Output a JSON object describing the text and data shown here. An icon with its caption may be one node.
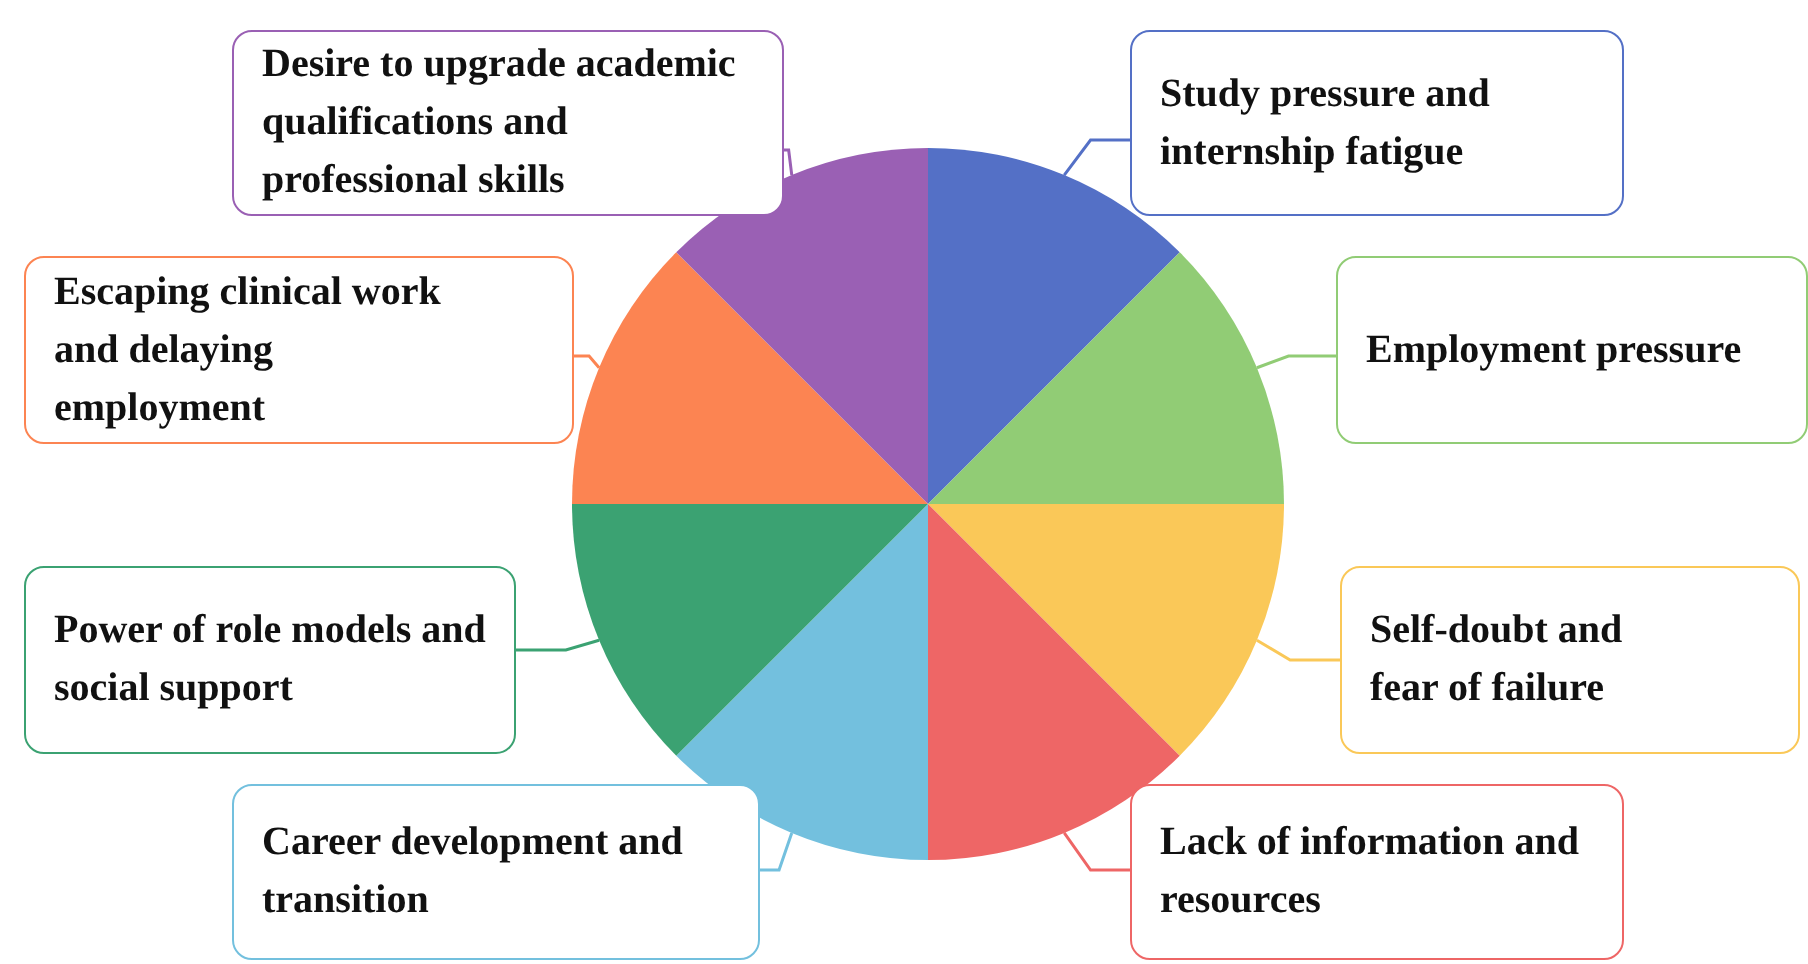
{
  "diagram": {
    "nodes": [
      {
        "text": [
          "Desire to upgrade academic qualifications and professional skills"
        ]
      },
      {
        "text": [
          "Study pressure and internship fatigue"
        ]
      },
      {
        "text": [
          "Escaping clinical work and delaying employment"
        ]
      },
      {
        "text": [
          "Employment pressure"
        ]
      },
      {
        "text": [
          "Power of role models and social support"
        ]
      },
      {
        "text": [
          "Self-doubt and fear of failure"
        ]
      },
      {
        "text": [
          "Career development and transition"
        ]
      },
      {
        "text": [
          "Lack of information and resources"
        ]
      },
      {
        "text": [],
        "shape": "wedge"
      },
      {
        "text": [],
        "shape": "wedge"
      },
      {
        "text": [],
        "shape": "wedge"
      },
      {
        "text": [],
        "shape": "wedge"
      },
      {
        "text": [],
        "shape": "wedge"
      },
      {
        "text": [],
        "shape": "wedge"
      },
      {
        "text": [],
        "shape": "wedge"
      },
      {
        "text": [],
        "shape": "wedge"
      }
    ],
    "edges": [
      {
        "from": 0,
        "to": 15,
        "arrow": "none",
        "color": "#9a60b4"
      },
      {
        "from": 1,
        "to": 8,
        "arrow": "none",
        "color": "#5470c6"
      },
      {
        "from": 2,
        "to": 14,
        "arrow": "none",
        "color": "#fc8452"
      },
      {
        "from": 3,
        "to": 9,
        "arrow": "none",
        "color": "#91cc75"
      },
      {
        "from": 4,
        "to": 13,
        "arrow": "none",
        "color": "#3ba272"
      },
      {
        "from": 5,
        "to": 10,
        "arrow": "none",
        "color": "#fac858"
      },
      {
        "from": 6,
        "to": 12,
        "arrow": "none",
        "color": "#73c0de"
      },
      {
        "from": 7,
        "to": 11,
        "arrow": "none",
        "color": "#ee6666"
      }
    ]
  }
}
